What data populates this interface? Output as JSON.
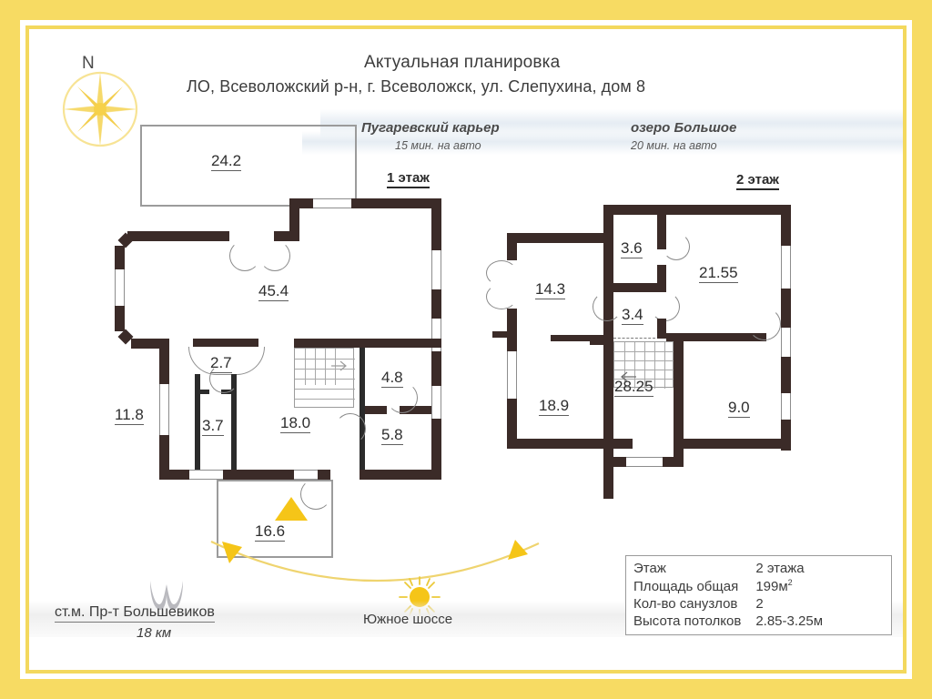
{
  "header": {
    "title_line1": "Актуальная планировка",
    "title_line2": "ЛО, Всеволожский р-н, г. Всеволожск, ул. Слепухина, дом 8"
  },
  "compass": {
    "north_label": "N",
    "icon": "compass-rose-icon"
  },
  "points_of_interest": [
    {
      "name": "Пугаревский карьер",
      "distance": "15 мин. на авто"
    },
    {
      "name": "озеро Большое",
      "distance": "20 мин. на авто"
    }
  ],
  "floors": [
    {
      "label": "1 этаж",
      "rooms": [
        {
          "area": "24.2"
        },
        {
          "area": "45.4"
        },
        {
          "area": "2.7"
        },
        {
          "area": "4.8"
        },
        {
          "area": "11.8"
        },
        {
          "area": "3.7"
        },
        {
          "area": "18.0"
        },
        {
          "area": "5.8"
        },
        {
          "area": "16.6"
        }
      ]
    },
    {
      "label": "2 этаж",
      "rooms": [
        {
          "area": "3.6"
        },
        {
          "area": "21.55"
        },
        {
          "area": "14.3"
        },
        {
          "area": "3.4"
        },
        {
          "area": "18.9"
        },
        {
          "area": "9.0"
        },
        {
          "area": "28.25"
        }
      ]
    }
  ],
  "metro": {
    "icon": "metro-m-icon",
    "station": "ст.м. Пр-т Большевиков",
    "distance": "18 км"
  },
  "road": {
    "label": "Южное шоссе"
  },
  "sun": {
    "icon": "sun-icon",
    "path_icon": "sun-path-arc"
  },
  "info_table": {
    "rows": [
      {
        "key": "Этаж",
        "value": "2 этажа"
      },
      {
        "key": "Площадь общая",
        "value": "199м",
        "sup": "2"
      },
      {
        "key": "Кол-во санузлов",
        "value": "2"
      },
      {
        "key": "Высота потолков",
        "value": "2.85-3.25м"
      }
    ]
  },
  "colors": {
    "frame": "#F7DB63",
    "accent": "#F5C518",
    "wall": "#3B2B28",
    "outline": "#9B9B9B",
    "text": "#3C3C3C"
  }
}
